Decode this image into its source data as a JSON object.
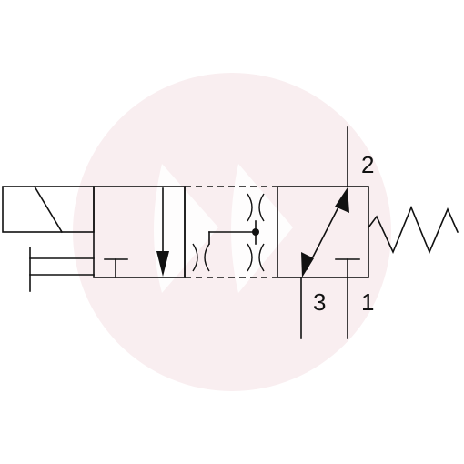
{
  "ports": {
    "p2": "2",
    "p3": "3",
    "p1": "1"
  },
  "colors": {
    "line": "#111111",
    "background": "#ffffff",
    "watermark": "#f7e9ec"
  }
}
